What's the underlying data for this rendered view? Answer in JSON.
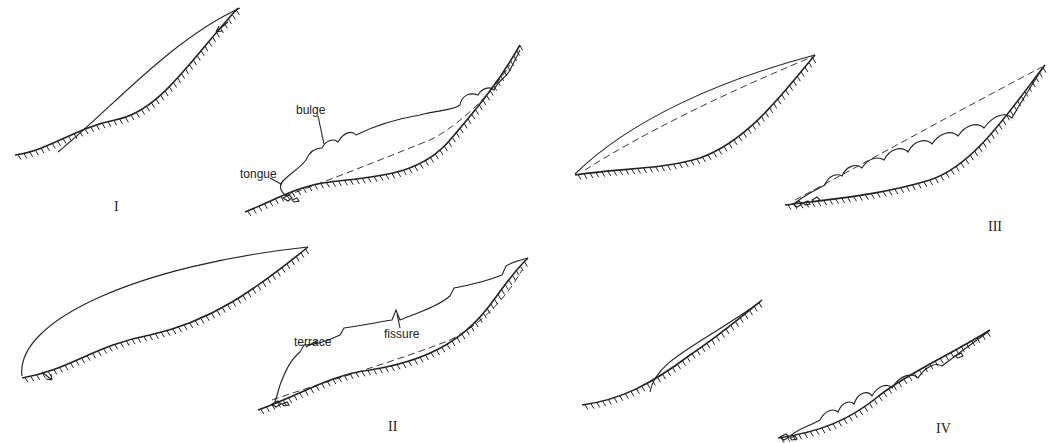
{
  "diagram": {
    "labels": [
      "bulge",
      "tongue",
      "I",
      "III",
      "terrace",
      "fissure",
      "II",
      "IV"
    ]
  }
}
